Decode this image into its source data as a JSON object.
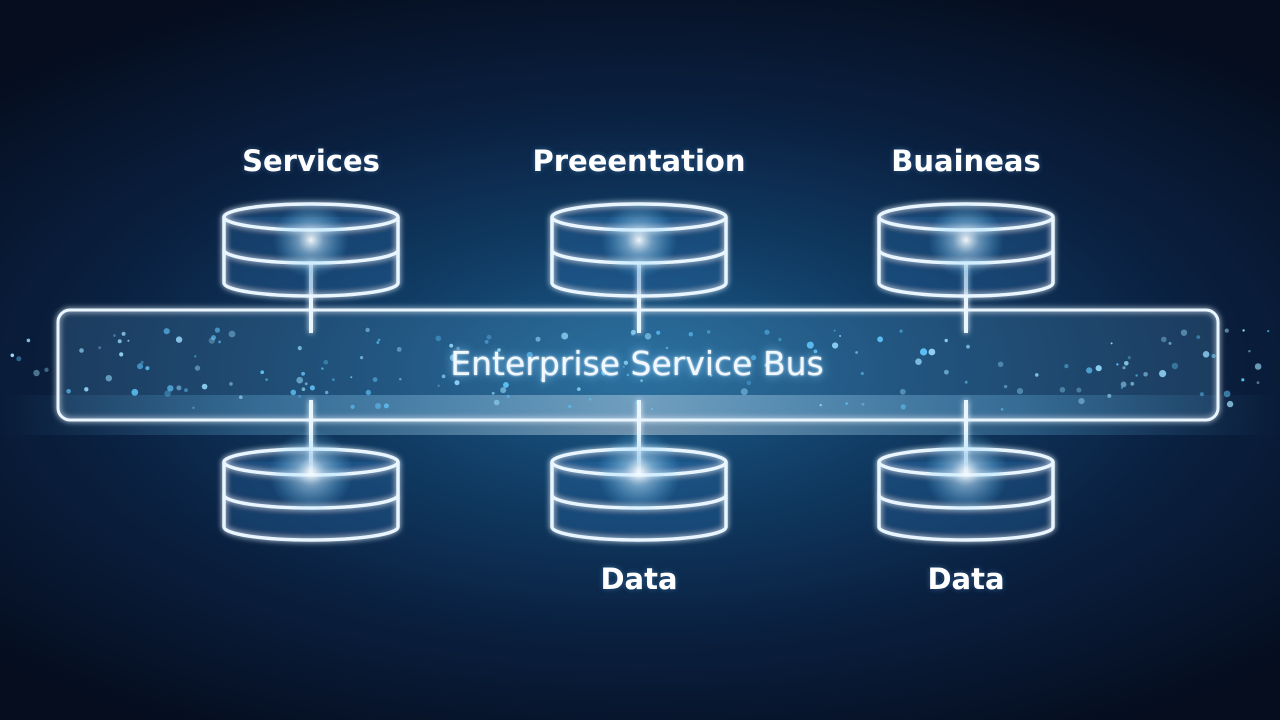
{
  "diagram": {
    "bus": {
      "label": "Enterprise Service Bus"
    },
    "top_nodes": [
      {
        "label": "Services"
      },
      {
        "label": "Preeentation"
      },
      {
        "label": "Buaineas"
      }
    ],
    "bottom_nodes": [
      {
        "label": ""
      },
      {
        "label": "Data"
      },
      {
        "label": "Data"
      }
    ],
    "colors": {
      "stroke": "#e9f6ff",
      "glow": "#5ec8ff",
      "background": "#0a2040"
    }
  }
}
